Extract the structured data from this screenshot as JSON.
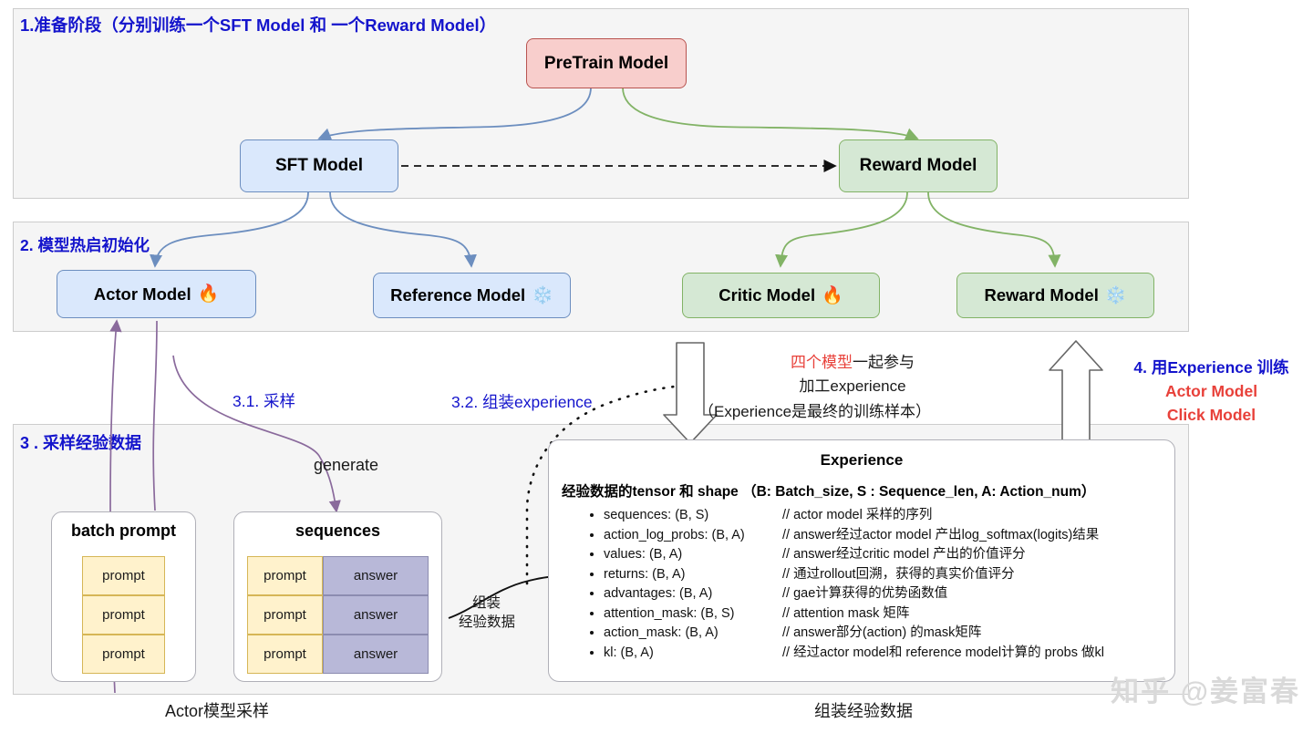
{
  "sections": [
    {
      "id": "prep",
      "title": "1.准备阶段（分别训练一个SFT Model 和 一个Reward Model）"
    },
    {
      "id": "warm",
      "title": "2. 模型热启初始化"
    },
    {
      "id": "sample",
      "title": "3 . 采样经验数据"
    }
  ],
  "nodes": {
    "pretrain": {
      "label": "PreTrain  Model",
      "color": "#f8cecc",
      "border": "#b85450"
    },
    "sft": {
      "label": "SFT  Model",
      "color": "#dae8fc",
      "border": "#6c8ebf"
    },
    "reward_top": {
      "label": "Reward  Model",
      "color": "#d5e8d4",
      "border": "#82b366"
    },
    "actor": {
      "label": "Actor Model",
      "icon": "🔥",
      "icon_name": "fire-icon",
      "color": "#dae8fc",
      "border": "#6c8ebf"
    },
    "reference": {
      "label": "Reference Model",
      "icon": "❄️",
      "icon_name": "snowflake-icon",
      "color": "#dae8fc",
      "border": "#6c8ebf"
    },
    "critic": {
      "label": "Critic Model",
      "icon": "🔥",
      "icon_name": "fire-icon",
      "color": "#d5e8d4",
      "border": "#82b366"
    },
    "reward_bot": {
      "label": "Reward Model",
      "icon": "❄️",
      "icon_name": "snowflake-icon",
      "color": "#d5e8d4",
      "border": "#82b366"
    }
  },
  "edge_labels": {
    "step31": "3.1. 采样",
    "step32": "3.2. 组装experience",
    "generate": "generate",
    "assemble_left_line1": "组装",
    "assemble_left_line2": "经验数据"
  },
  "annotations": {
    "four_models": {
      "line1_red": "四个模型",
      "line1_black": "一起参与",
      "line2": "加工experience",
      "line3": "（Experience是最终的训练样本）"
    },
    "step4": {
      "title_prefix": "4. 用",
      "title_mid": "Experience",
      "title_suffix": " 训练",
      "item1": "Actor Model",
      "item2": "Click Model"
    }
  },
  "batch_prompt": {
    "title": "batch prompt",
    "rows": [
      "prompt",
      "prompt",
      "prompt"
    ]
  },
  "sequences": {
    "title": "sequences",
    "rows": [
      {
        "prompt": "prompt",
        "answer": "answer"
      },
      {
        "prompt": "prompt",
        "answer": "answer"
      },
      {
        "prompt": "prompt",
        "answer": "answer"
      }
    ]
  },
  "experience": {
    "title": "Experience",
    "subtitle": "经验数据的tensor 和 shape  （B:  Batch_size, S : Sequence_len,  A: Action_num）",
    "items": [
      {
        "name": "sequences: (B, S)",
        "comment": "// actor model 采样的序列"
      },
      {
        "name": "action_log_probs: (B, A)",
        "comment": "// answer经过actor model 产出log_softmax(logits)结果"
      },
      {
        "name": "values: (B, A)",
        "comment": "// answer经过critic model 产出的价值评分"
      },
      {
        "name": "returns: (B, A)",
        "comment": "// 通过rollout回溯，获得的真实价值评分"
      },
      {
        "name": "advantages: (B, A)",
        "comment": "// gae计算获得的优势函数值"
      },
      {
        "name": "attention_mask: (B, S)",
        "comment": "// attention mask 矩阵"
      },
      {
        "name": "action_mask: (B, A)",
        "comment": "// answer部分(action) 的mask矩阵"
      },
      {
        "name": "kl: (B, A)",
        "comment": "// 经过actor model和 reference model计算的 probs 做kl"
      }
    ]
  },
  "captions": {
    "left": "Actor模型采样",
    "right": "组装经验数据"
  },
  "watermark": "知乎 @姜富春",
  "colors": {
    "title_blue": "#1414cc",
    "accent_red": "#e8413a",
    "blue_edge": "#6c8ebf",
    "green_edge": "#82b366",
    "purple_edge": "#8a6a9c",
    "panel_bg": "#f5f5f5"
  }
}
